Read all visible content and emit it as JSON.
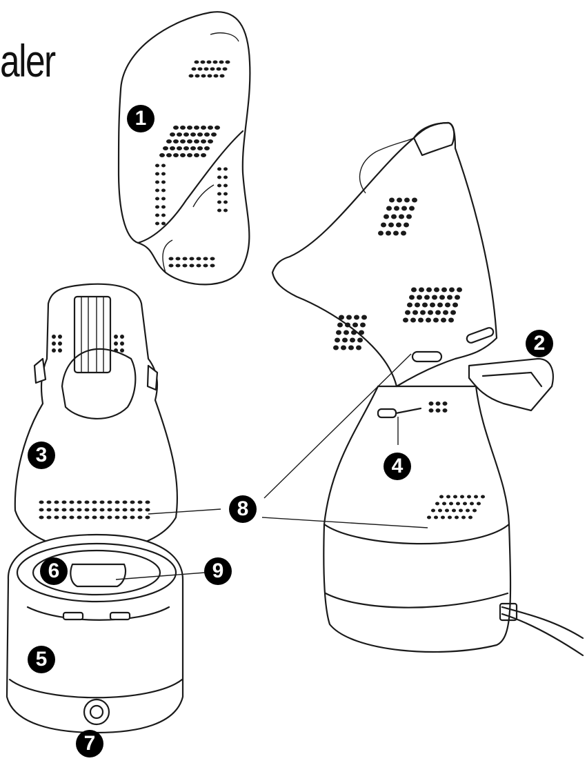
{
  "title_fragment": "aler",
  "callouts": [
    {
      "id": "1",
      "label": "1"
    },
    {
      "id": "2",
      "label": "2"
    },
    {
      "id": "3",
      "label": "3"
    },
    {
      "id": "4",
      "label": "4"
    },
    {
      "id": "5",
      "label": "5"
    },
    {
      "id": "6",
      "label": "6"
    },
    {
      "id": "7",
      "label": "7"
    },
    {
      "id": "8",
      "label": "8"
    },
    {
      "id": "9",
      "label": "9"
    }
  ]
}
